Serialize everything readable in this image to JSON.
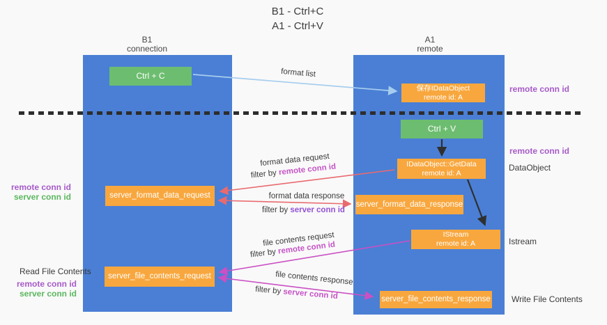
{
  "title": {
    "line1": "B1 - Ctrl+C",
    "line2": "A1 - Ctrl+V"
  },
  "columns": {
    "left": {
      "name": "B1",
      "subtitle": "connection"
    },
    "right": {
      "name": "A1",
      "subtitle": "remote"
    }
  },
  "nodes": {
    "ctrl_c": "Ctrl + C",
    "ctrl_v": "Ctrl + V",
    "save_idataobject": {
      "line1": "保存IDataObject",
      "line2": "remote id: A"
    },
    "getdata": {
      "line1": "IDataObject::GetData",
      "line2": "remote id: A"
    },
    "istream": {
      "line1": "IStream",
      "line2": "remote id: A"
    },
    "server_format_data_request": "server_format_data_request",
    "server_format_data_response": "server_format_data_response",
    "server_file_contents_request": "server_file_contents_request",
    "server_file_contents_response": "server_file_contents_response"
  },
  "arrows": {
    "format_list": {
      "label": "format list"
    },
    "format_data_request": {
      "label": "format data request",
      "filter_prefix": "filter by ",
      "filter_key": "remote conn id"
    },
    "format_data_response": {
      "label": "format data response",
      "filter_prefix": "filter by ",
      "filter_key": "server conn id"
    },
    "file_contents_request": {
      "label": "file contents request",
      "filter_prefix": "filter by ",
      "filter_key": "remote conn id"
    },
    "file_contents_response": {
      "label": "file contents response",
      "filter_prefix": "filter by ",
      "filter_key": "server conn id"
    }
  },
  "side_labels": {
    "right_remote_conn_id_top": "remote conn id",
    "right_remote_conn_id_mid": "remote conn id",
    "dataobject": "DataObject",
    "istream": "Istream",
    "write_file_contents": "Write File Contents",
    "read_file_contents": "Read File Contents",
    "left_top": {
      "remote": "remote conn id",
      "server": "server conn id"
    },
    "left_bottom": {
      "remote": "remote conn id",
      "server": "server conn id"
    }
  },
  "colors": {
    "lifeline_blue": "#4a7fd5",
    "action_green": "#6dbd70",
    "message_orange": "#f8a73e",
    "remote_conn_id_purple": "#a75bc9",
    "server_conn_id_green": "#5cb75f",
    "filter_remote_magenta": "#c653c6",
    "filter_server_violet": "#9454d4",
    "format_arrow_red": "#e96a6e",
    "file_arrow_magenta": "#ca50c4",
    "format_list_arrow_blue": "#a6cdee",
    "black_arrow": "#2f2f2f"
  }
}
